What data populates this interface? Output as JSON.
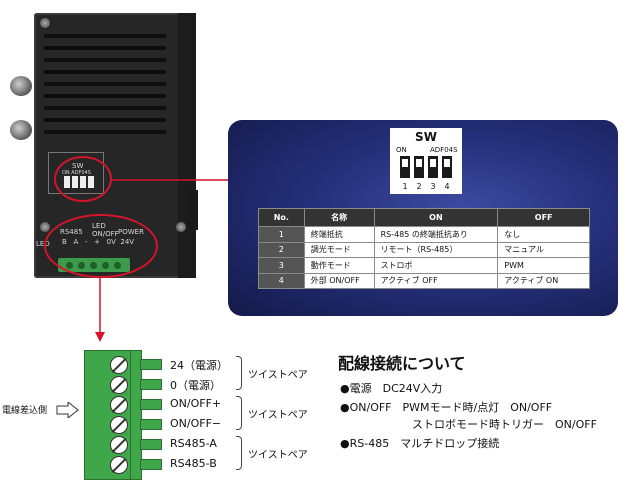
{
  "device": {
    "sw_label": "SW",
    "rs485_label": "RS485",
    "led_label": "LED",
    "led_onoff_label": "LED\nON/OFF",
    "power_label": "POWER",
    "pin_labels": "B   A   -   +   0V  24V",
    "adf_label": "ON    ADF04S"
  },
  "sw_figure": {
    "title": "SW",
    "on_label": "ON",
    "model": "ADF04S",
    "numbers": [
      "1",
      "2",
      "3",
      "4"
    ]
  },
  "sw_table": {
    "headers": [
      "No.",
      "名称",
      "ON",
      "OFF"
    ],
    "rows": [
      [
        "1",
        "終端抵抗",
        "RS-485 の終端抵抗あり",
        "なし"
      ],
      [
        "2",
        "調光モード",
        "リモート（RS-485）",
        "マニュアル"
      ],
      [
        "3",
        "動作モード",
        "ストロボ",
        "PWM"
      ],
      [
        "4",
        "外部 ON/OFF",
        "アクティブ OFF",
        "アクティブ ON"
      ]
    ]
  },
  "terminal": {
    "side_label": "電線差込側",
    "wires": [
      "24（電源）",
      "0（電源）",
      "ON/OFF+",
      "ON/OFF−",
      "RS485-A",
      "RS485-B"
    ],
    "twisted_pair": "ツイストペア"
  },
  "wiring_notes": {
    "title": "配線接続について",
    "items": [
      "●電源　DC24V入力",
      "●ON/OFF　PWMモード時/点灯　ON/OFF",
      "ストロボモード時トリガー　ON/OFF",
      "●RS-485　マルチドロップ接続"
    ]
  },
  "colors": {
    "accent_red": "#d3142a",
    "panel_navy": "#25307a",
    "terminal_green": "#3fa64a"
  }
}
